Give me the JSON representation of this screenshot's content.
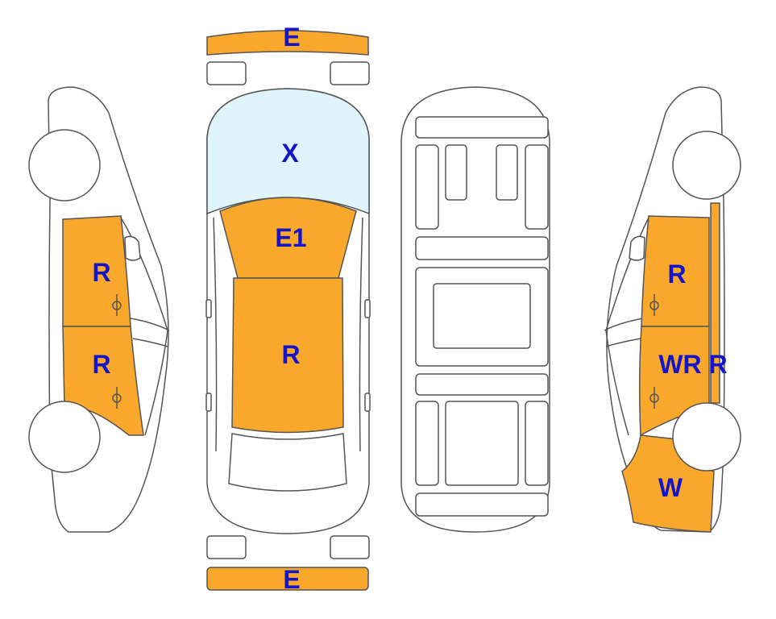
{
  "colors": {
    "damage": "#F9A82B",
    "glass": "#DFF5FB",
    "label": "#1414C8",
    "outline": "#555555"
  },
  "labels": {
    "front_bumper": "E",
    "windshield": "X",
    "hood": "E1",
    "roof": "R",
    "rear_bumper": "E",
    "left_front_door": "R",
    "left_rear_door": "R",
    "right_front_door": "R",
    "right_rear_door": "WR",
    "right_pillar": "R",
    "right_quarter_panel": "W"
  }
}
